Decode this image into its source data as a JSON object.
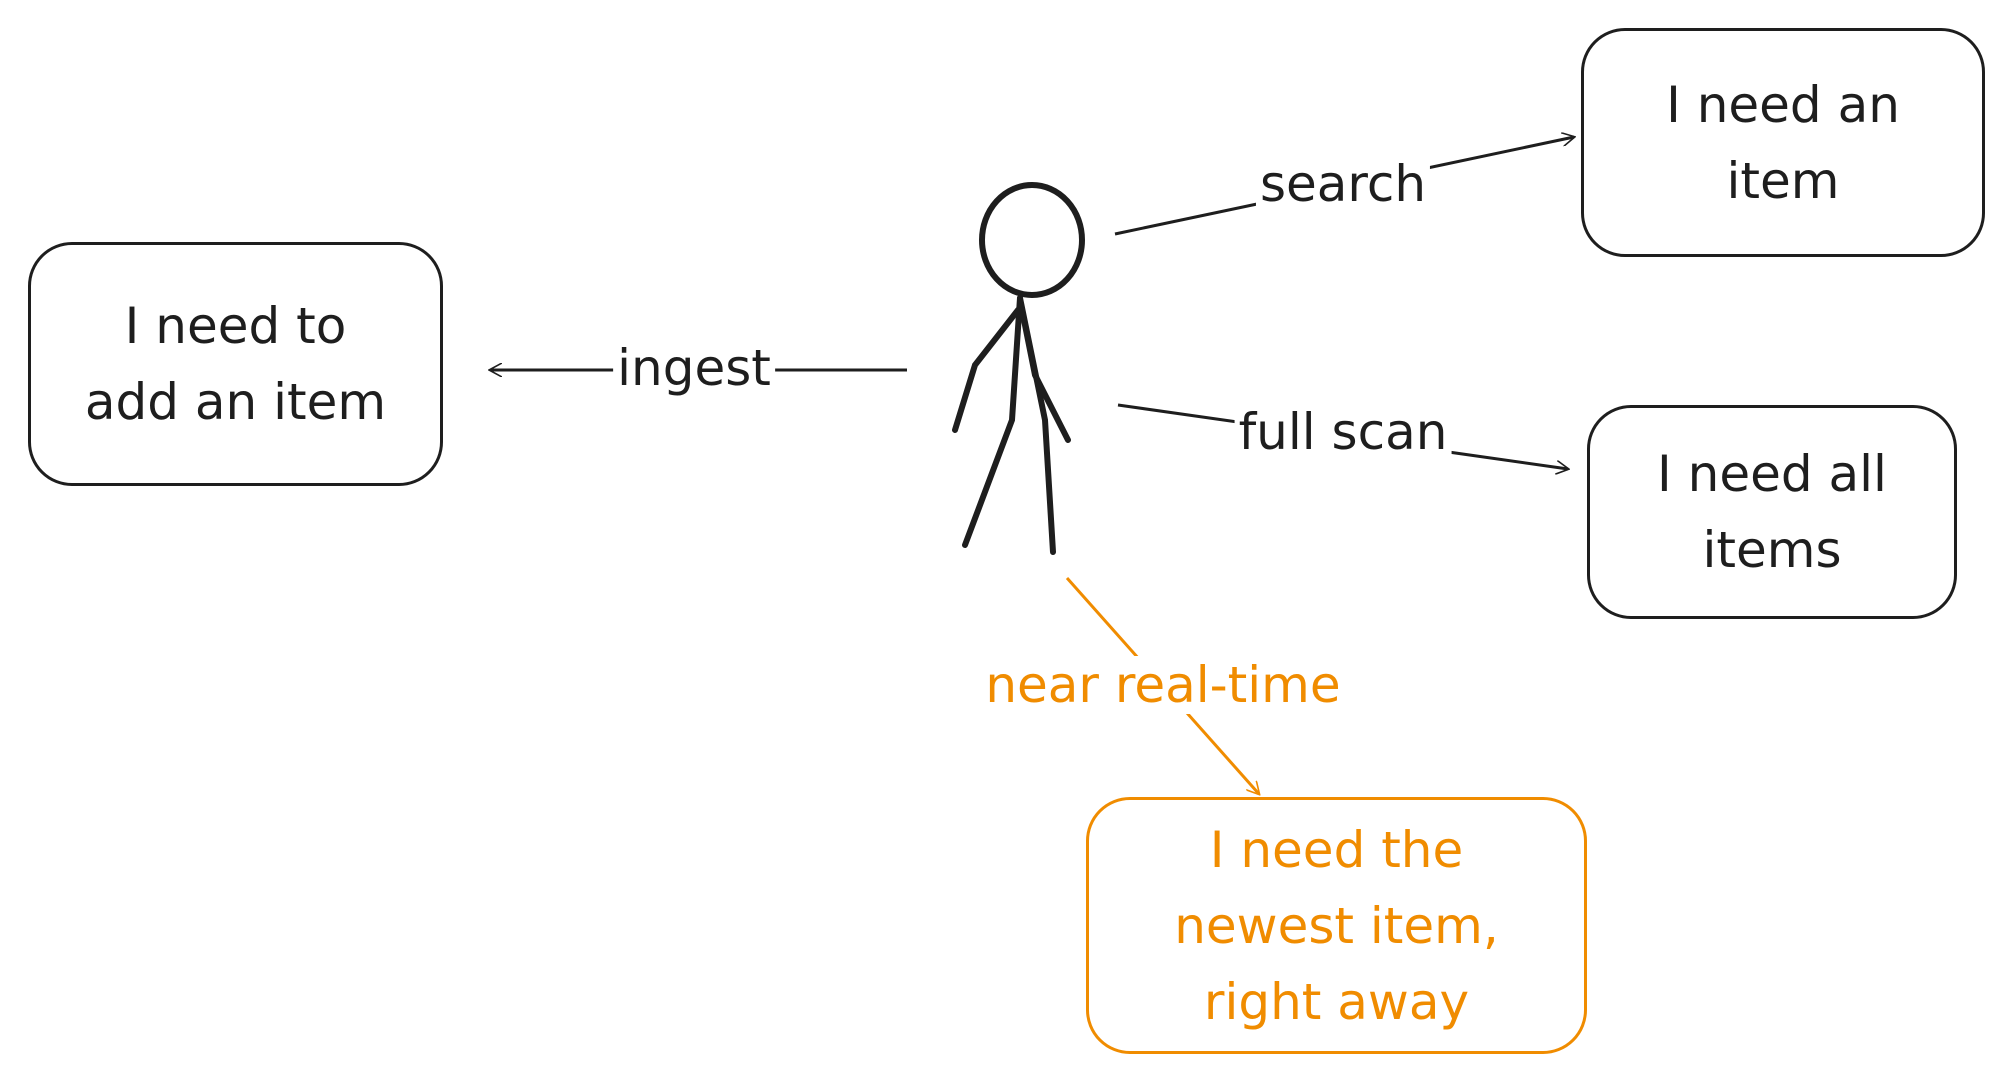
{
  "nodes": {
    "ingest_box": "I need to\nadd an item",
    "search_box": "I need an\nitem",
    "scan_box": "I need all\nitems",
    "realtime_box": "I need the\nnewest item,\nright away"
  },
  "edges": {
    "ingest": "ingest",
    "search": "search",
    "full_scan": "full scan",
    "near_real_time": "near real-time"
  },
  "colors": {
    "ink": "#1e1e1e",
    "accent": "#f08c00"
  }
}
